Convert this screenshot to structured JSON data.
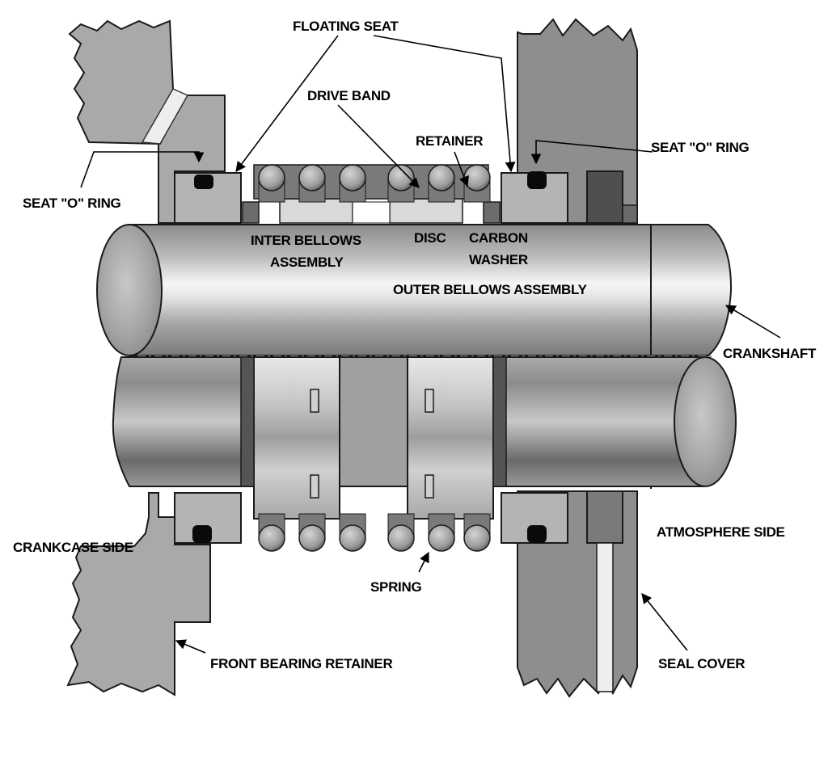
{
  "diagram": {
    "title": "Mechanical shaft seal cross-section",
    "colors": {
      "housing": "#a9a9a9",
      "housing_dark": "#8c8c8c",
      "seat": "#b4b4b4",
      "o_ring": "#0a0a0a",
      "shaft_light": "#f2f2f2",
      "shaft_dark": "#6e6e6e",
      "outline": "#1a1a1a",
      "background": "#ffffff"
    },
    "labels": {
      "floating_seat": "FLOATING SEAT",
      "drive_band": "DRIVE BAND",
      "retainer": "RETAINER",
      "seat_o_ring_left": "SEAT \"O\" RING",
      "seat_o_ring_right": "SEAT \"O\" RING",
      "inter_bellows_line1": "INTER BELLOWS",
      "inter_bellows_line2": "ASSEMBLY",
      "disc": "DISC",
      "carbon_washer_line1": "CARBON",
      "carbon_washer_line2": "WASHER",
      "outer_bellows": "OUTER BELLOWS ASSEMBLY",
      "crankshaft": "CRANKSHAFT",
      "crankcase_side": "CRANKCASE SIDE",
      "atmosphere_side": "ATMOSPHERE SIDE",
      "spring": "SPRING",
      "front_bearing_retainer": "FRONT BEARING RETAINER",
      "seal_cover": "SEAL COVER"
    },
    "components": [
      "front-bearing-retainer",
      "seal-cover",
      "crankshaft",
      "floating-seat-left",
      "floating-seat-right",
      "seat-o-ring-left",
      "seat-o-ring-right",
      "inter-bellows-assembly",
      "outer-bellows-assembly",
      "drive-band",
      "retainer",
      "disc",
      "carbon-washer",
      "springs"
    ]
  }
}
